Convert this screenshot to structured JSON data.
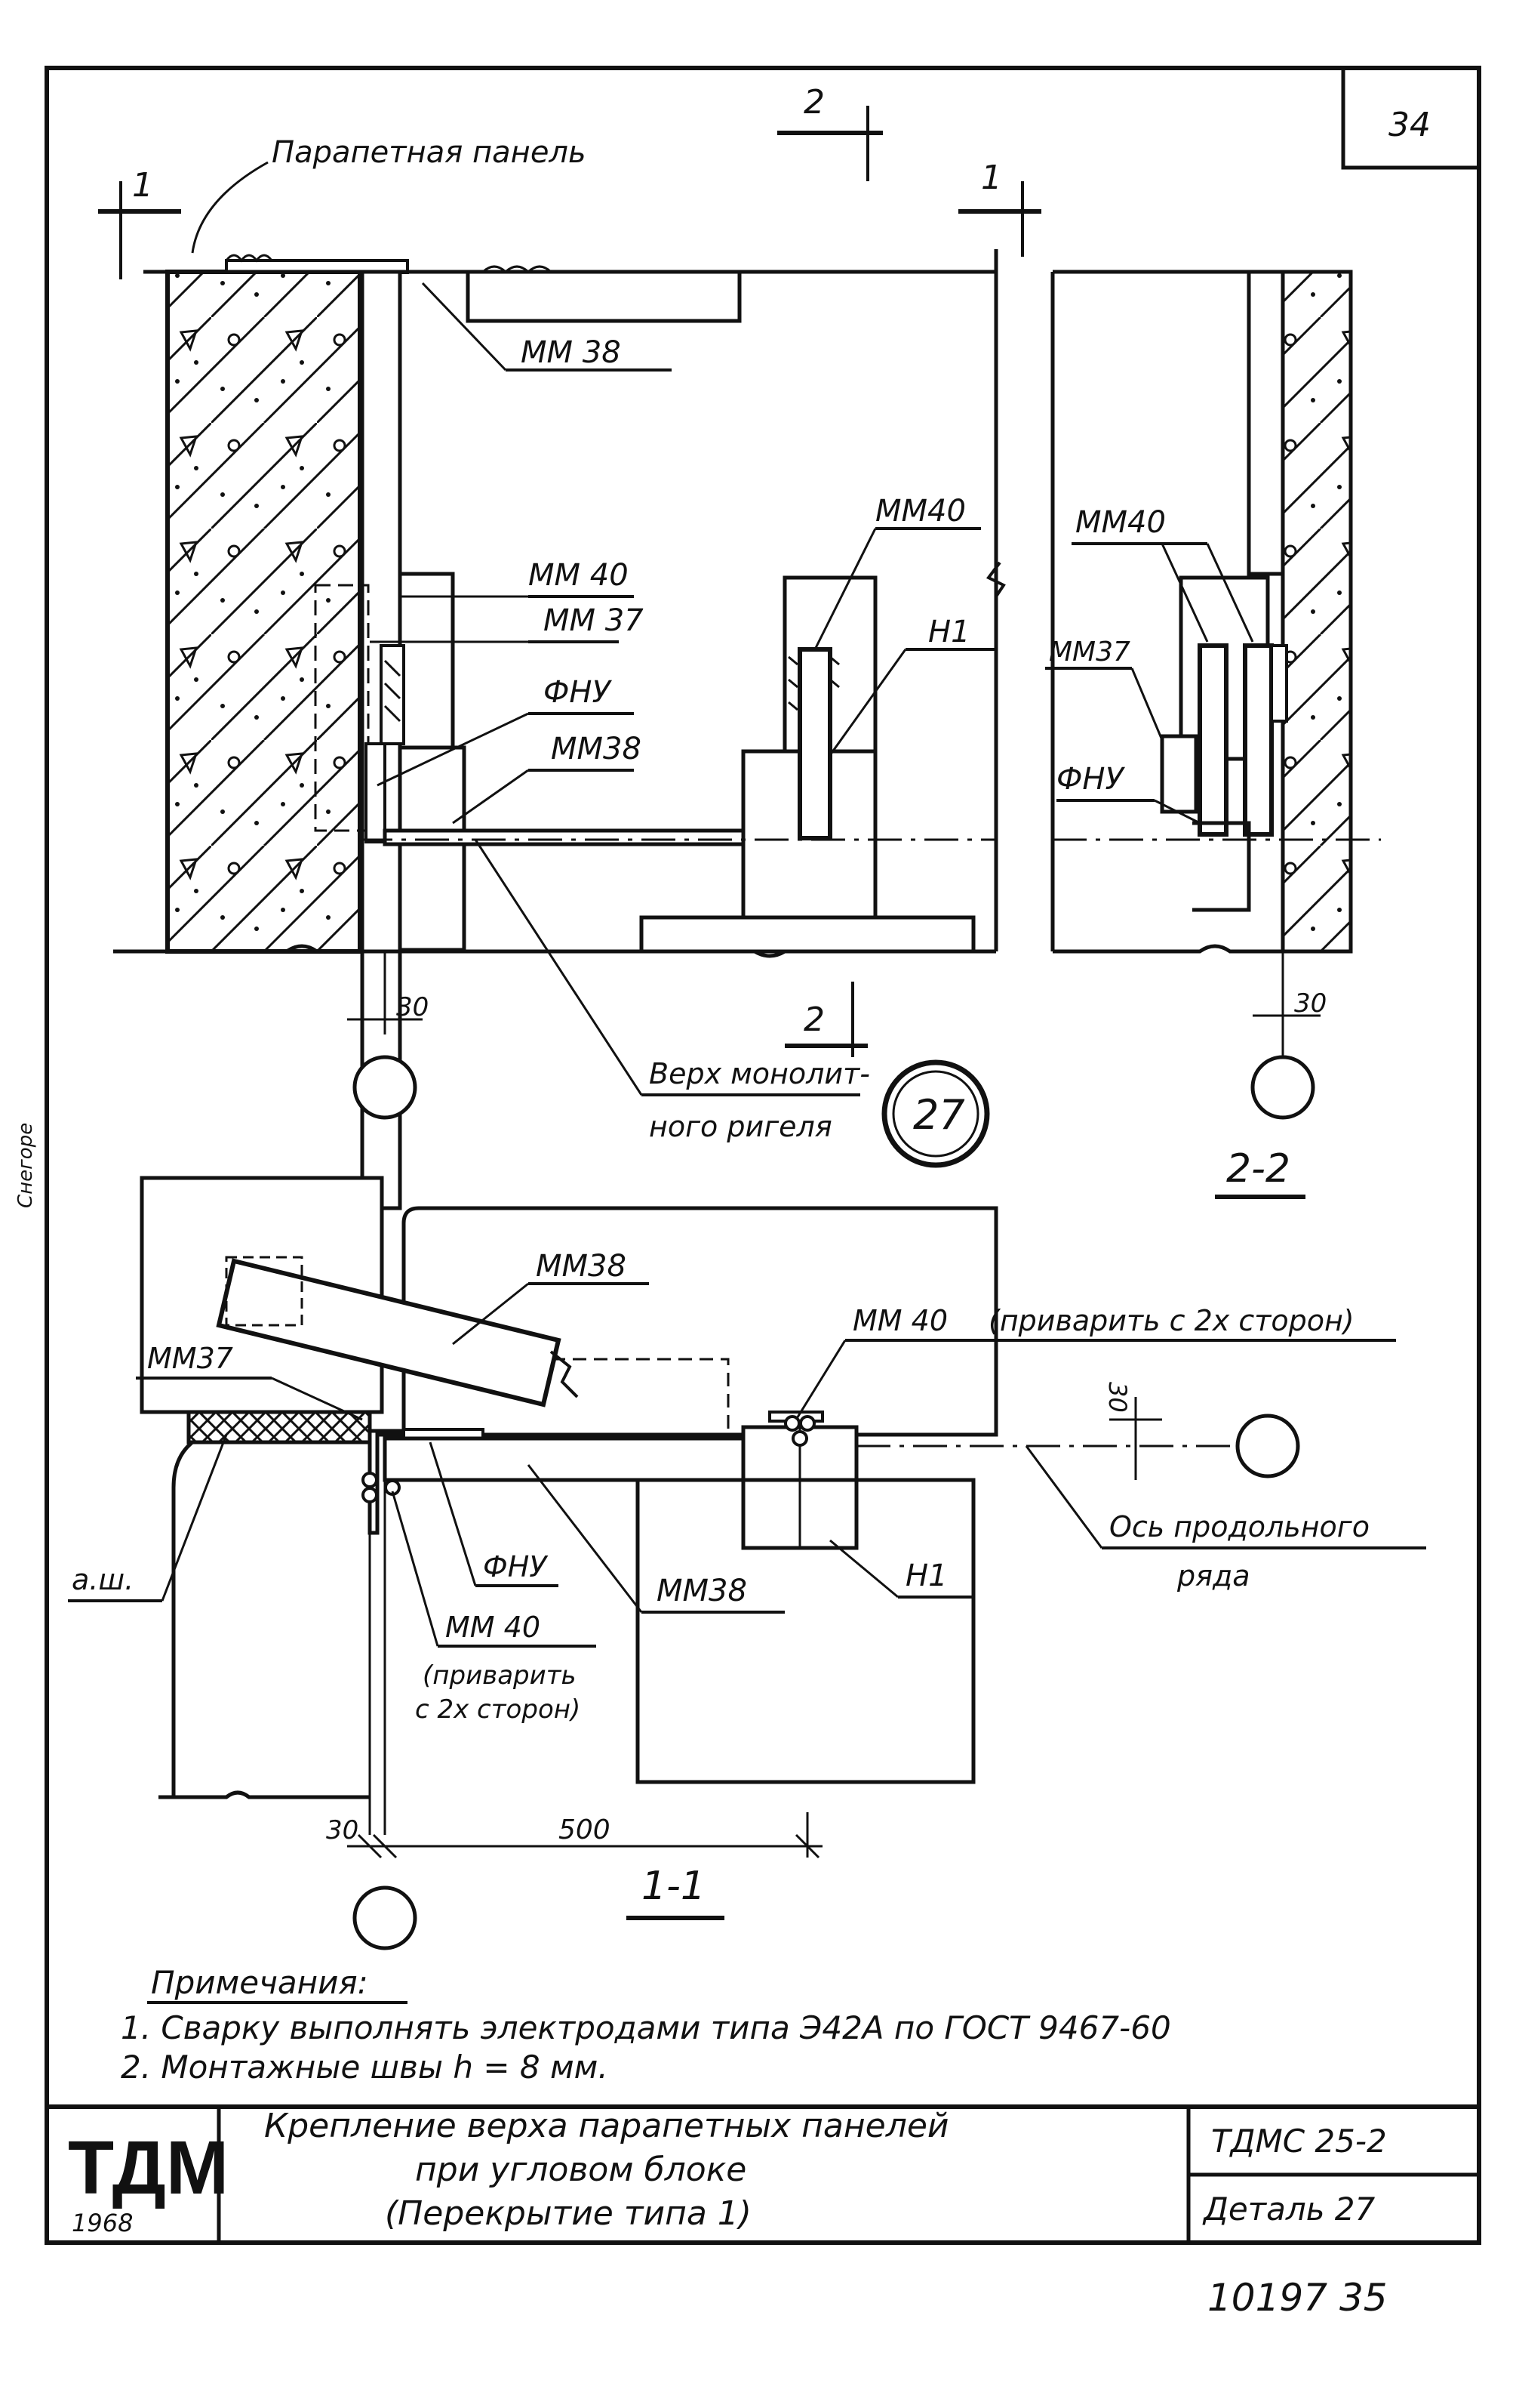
{
  "sheet": {
    "number": "34"
  },
  "labels": {
    "parapet_panel": "Парапетная панель",
    "mm38": "ММ 38",
    "mm38b": "ММ38",
    "mm40": "ММ 40",
    "mm40b": "ММ40",
    "mm37": "ММ 37",
    "mm37b": "ММ37",
    "fnu": "ФНУ",
    "h1": "Н1",
    "weld_both_sides": "(приварить с 2х сторон)",
    "weld_both_1": "(приварить",
    "weld_both_2": "с 2х сторон)",
    "axis_1": "Ось продольного",
    "axis_2": "ряда",
    "aw": "а.ш.",
    "top_1": "Верх монолит-",
    "top_2": "ного ригеля"
  },
  "section_marks": {
    "one": "1",
    "two": "2"
  },
  "detail_number": "27",
  "section_titles": {
    "s22": "2-2",
    "s11": "1-1"
  },
  "dims": {
    "d30": "30",
    "d500": "500"
  },
  "notes": {
    "title": "Примечания:",
    "n1": "1. Сварку выполнять электродами типа Э42А по ГОСТ 9467-60",
    "n2": "2. Монтажные швы h = 8 мм."
  },
  "title_block": {
    "org": "ТДМ",
    "year": "1968",
    "title_1": "Крепление верха парапетных панелей",
    "title_2": "при угловом блоке",
    "title_3": "(Перекрытие типа 1)",
    "code": "ТДМС 25-2",
    "detail": "Деталь 27"
  },
  "footer_number": "10197  35",
  "margin_note": "Снегоре"
}
